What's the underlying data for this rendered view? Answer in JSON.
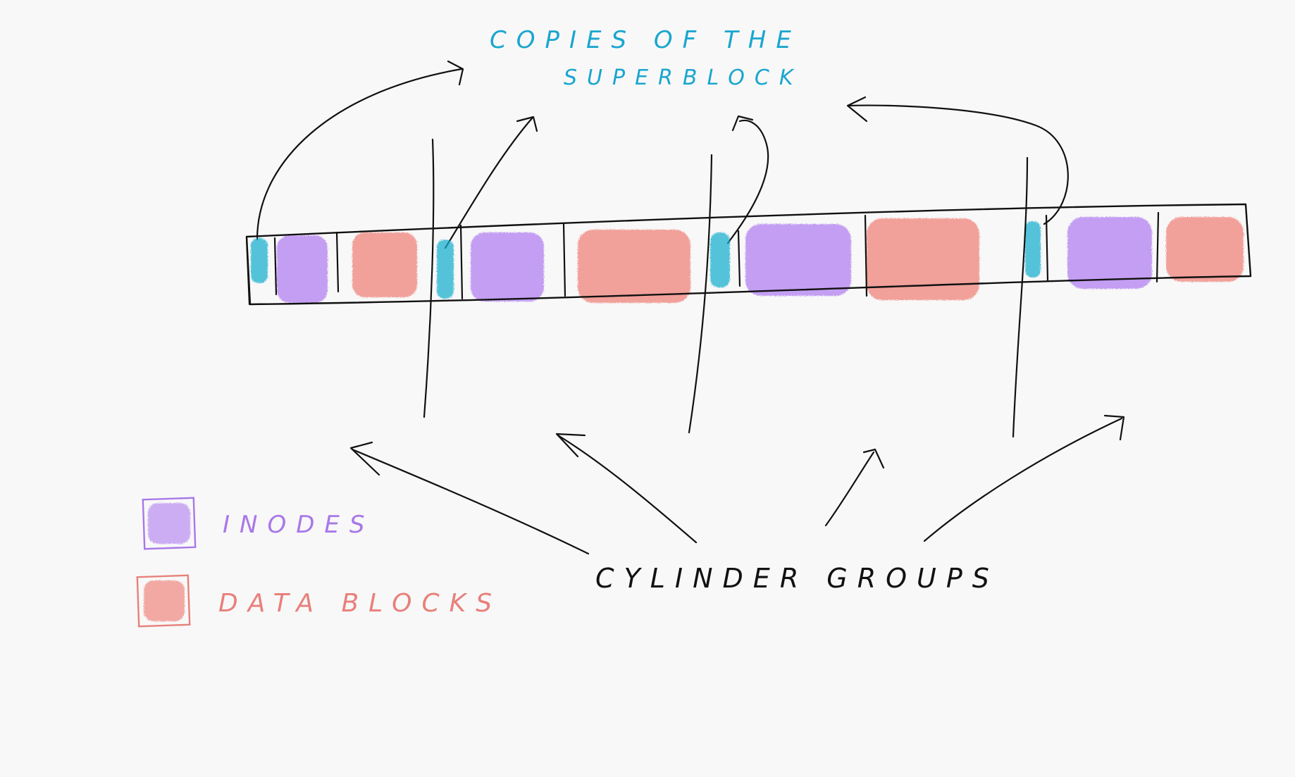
{
  "title_line1": "COPIES OF THE",
  "title_line2": "SUPERBLOCK",
  "cylinder_groups_label": "CYLINDER GROUPS",
  "legend": {
    "inodes_label": "INODES",
    "data_blocks_label": "DATA BLOCKS"
  },
  "colors": {
    "superblock": "#12b0cf",
    "inodes": "#b07cf0",
    "data_blocks": "#ef7f76",
    "ink": "#111111",
    "background": "#f8f8f8"
  },
  "disk_layout": [
    {
      "group": 1,
      "segments": [
        "superblock",
        "inodes",
        "data_blocks"
      ]
    },
    {
      "group": 2,
      "segments": [
        "superblock",
        "inodes",
        "data_blocks"
      ]
    },
    {
      "group": 3,
      "segments": [
        "superblock",
        "inodes",
        "data_blocks"
      ]
    },
    {
      "group": 4,
      "segments": [
        "superblock",
        "inodes",
        "data_blocks"
      ]
    }
  ]
}
